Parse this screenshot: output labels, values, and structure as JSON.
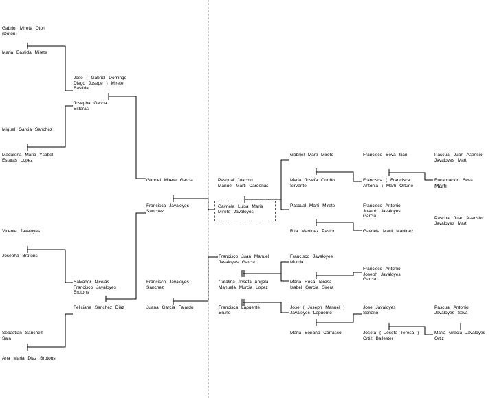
{
  "people": [
    {
      "id": "gabriel-mirete-oton",
      "lines": [
        "Gabriel   Mirete   Oton",
        "(Doton)"
      ]
    },
    {
      "id": "maria-bastida-mirete",
      "lines": [
        "Maria   Bastida   Mirete"
      ]
    },
    {
      "id": "jose-gabriel-domingo",
      "lines": [
        "Jose  ( Gabriel   Domingo",
        "Diego   Jusepe  )  Mirete",
        "Bastida"
      ]
    },
    {
      "id": "josepha-garcia-estaras",
      "lines": [
        "Josepha   Garcia",
        "Estaras"
      ]
    },
    {
      "id": "miguel-garcia-sanchez",
      "lines": [
        "Miguel   Garcia   Sanchez"
      ]
    },
    {
      "id": "madalena-maria-ysabel",
      "lines": [
        "Madalena   Maria   Ysabel",
        "Estaras   Lopez"
      ]
    },
    {
      "id": "gabriel-mirete-garcia",
      "lines": [
        "Gabriel   Mirete   Garcia"
      ]
    },
    {
      "id": "francisca-javaloyes-sanchez",
      "lines": [
        "Francisca     Javaloyes",
        "Sanchez"
      ]
    },
    {
      "id": "vicente-javaloyes",
      "lines": [
        "Vicente     Javaloyes"
      ]
    },
    {
      "id": "josepha-brotons",
      "lines": [
        "Josepha   Brotons"
      ]
    },
    {
      "id": "salvador-nicolas",
      "lines": [
        "Salvador   Nicolás",
        "Francisco     Javaloyes",
        "Brotons"
      ]
    },
    {
      "id": "francisco-javaloyes-sanchez",
      "lines": [
        "Francisco     Javaloyes",
        "Sanchez"
      ]
    },
    {
      "id": "feliciana-sanchez-diaz",
      "lines": [
        "Feliciana     Sanchez   Diaz"
      ]
    },
    {
      "id": "juana-garcia-fajardo",
      "lines": [
        "Juana   Garcia   Fajardo"
      ]
    },
    {
      "id": "sebastian-sanchez-sala",
      "lines": [
        "Sebastian     Sanchez",
        "Sala"
      ]
    },
    {
      "id": "ana-maria-diaz-brotons",
      "lines": [
        "Ana   Maria   Diaz   Brotons"
      ]
    },
    {
      "id": "pasqual-joachin",
      "lines": [
        "Pasqual   Joachin",
        "Manuel   Marti   Cardenas"
      ]
    },
    {
      "id": "gavriela-luisa-maria",
      "lines": [
        "Gavriela   Luisa   Maria",
        "Mirete   Javaloyes"
      ]
    },
    {
      "id": "gabriel-marti-mirete",
      "lines": [
        "Gabriel   Marti   Mirete"
      ]
    },
    {
      "id": "maria-josefa-ortuno",
      "lines": [
        "Maria     Josefa   Ortuño",
        "Sirvente"
      ]
    },
    {
      "id": "pascual-marti-mirete",
      "lines": [
        "Pascual   Marti   Mirete"
      ]
    },
    {
      "id": "rita-martinez-pastor",
      "lines": [
        "Rita   Martinez     Pastor"
      ]
    },
    {
      "id": "francisco-seva-ilian",
      "lines": [
        "Francisco   Seva   Ilian"
      ]
    },
    {
      "id": "francisca-antonia-marti",
      "lines": [
        "Francisca   ( Francisca",
        "Antonia )  Marti  Ortuño"
      ]
    },
    {
      "id": "pascual-juan-asensio-1",
      "lines": [
        "Pascual   Juan   Asensio",
        "Javaloyes   Marti"
      ]
    },
    {
      "id": "encarnacion-seva-marti",
      "lines": [
        "Encarnación     Seva",
        "Marti"
      ]
    },
    {
      "id": "francisco-antonio-1",
      "lines": [
        "Francisco   Antonio",
        "Joseph     Javaloyes",
        "Garcia"
      ]
    },
    {
      "id": "pascual-juan-asensio-2",
      "lines": [
        "Pascual   Juan   Asensio",
        "Javaloyes   Marti"
      ]
    },
    {
      "id": "gavriela-marti-martinez",
      "lines": [
        "Gavriela   Marti   Martinez"
      ]
    },
    {
      "id": "francisco-juan-manuel",
      "lines": [
        "Francisco   Juan   Manuel",
        "Javaloyes   Garcia"
      ]
    },
    {
      "id": "francisco-javaloyes-murcia",
      "lines": [
        "Francisco     Javaloyes",
        "Murcia"
      ]
    },
    {
      "id": "catalina-josefa-angela",
      "lines": [
        "Catalina   Josefa   Angela",
        "Manuela   Murcia   Lopez"
      ]
    },
    {
      "id": "maria-rosa-teresa",
      "lines": [
        "Maria   Rosa   Teresa",
        "Isabel   Garcia   Sirera"
      ]
    },
    {
      "id": "francisco-antonio-2",
      "lines": [
        "Francisco   Antonio",
        "Joseph     Javaloyes",
        "Garcia"
      ]
    },
    {
      "id": "francisca-lapuente-bruno",
      "lines": [
        "Francisca     Lapuente",
        "Bruno"
      ]
    },
    {
      "id": "jose-joseph-manuel",
      "lines": [
        "Jose  ( Joseph   Manuel )",
        "Javaloyes     Lapuente"
      ]
    },
    {
      "id": "maria-soriano-carrasco",
      "lines": [
        "Maria   Soriano   Carrasco"
      ]
    },
    {
      "id": "jose-javaloyes-soriano",
      "lines": [
        "Jose     Javaloyes",
        "Soriano"
      ]
    },
    {
      "id": "josefa-josefa-teresa",
      "lines": [
        "Josefa  ( Josefa   Teresa )",
        "Ortiz   Ballester"
      ]
    },
    {
      "id": "pascual-antonio-javaloyes",
      "lines": [
        "Pascual   Antonio",
        "Javaloyes   Seva"
      ]
    },
    {
      "id": "maria-gracia-javaloyes",
      "lines": [
        "Maria   Gracia   Javaloyes",
        "Ortiz"
      ]
    }
  ]
}
